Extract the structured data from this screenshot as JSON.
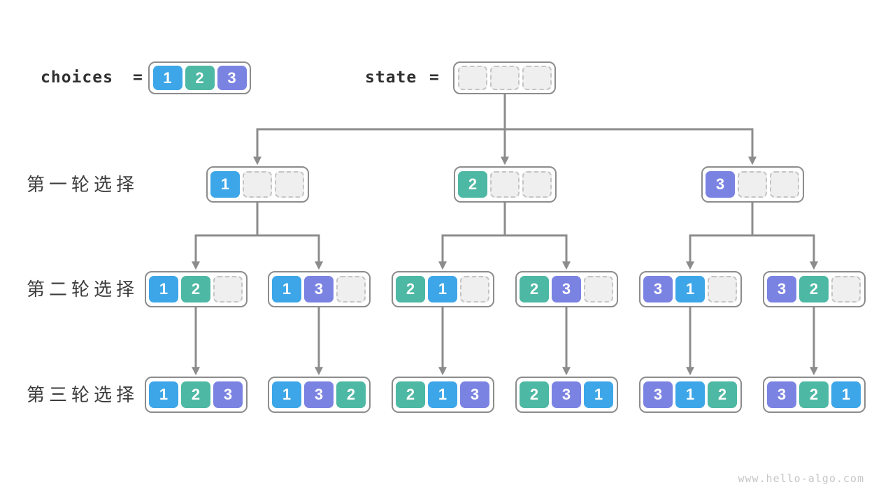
{
  "colors": {
    "cell_1": "#3DA6E8",
    "cell_2": "#4DB8A3",
    "cell_3": "#7B83E2",
    "line": "#8C8C8C",
    "box_border": "#8C8C8C",
    "empty_fill": "#EFEFEF",
    "empty_border": "#C5C5C5",
    "label_text": "#3D3D3D",
    "watermark_text": "#C6C6C6"
  },
  "header": {
    "choices_label": "choices",
    "choices_equals": "=",
    "choices_cells": [
      "1",
      "2",
      "3"
    ],
    "state_label": "state",
    "state_equals": "=",
    "state_cells": [
      null,
      null,
      null
    ]
  },
  "rows": [
    {
      "label": "第一轮选择",
      "boxes": [
        [
          "1",
          null,
          null
        ],
        [
          "2",
          null,
          null
        ],
        [
          "3",
          null,
          null
        ]
      ]
    },
    {
      "label": "第二轮选择",
      "boxes": [
        [
          "1",
          "2",
          null
        ],
        [
          "1",
          "3",
          null
        ],
        [
          "2",
          "1",
          null
        ],
        [
          "2",
          "3",
          null
        ],
        [
          "3",
          "1",
          null
        ],
        [
          "3",
          "2",
          null
        ]
      ]
    },
    {
      "label": "第三轮选择",
      "boxes": [
        [
          "1",
          "2",
          "3"
        ],
        [
          "1",
          "3",
          "2"
        ],
        [
          "2",
          "1",
          "3"
        ],
        [
          "2",
          "3",
          "1"
        ],
        [
          "3",
          "1",
          "2"
        ],
        [
          "3",
          "2",
          "1"
        ]
      ]
    }
  ],
  "watermark": "www.hello-algo.com"
}
